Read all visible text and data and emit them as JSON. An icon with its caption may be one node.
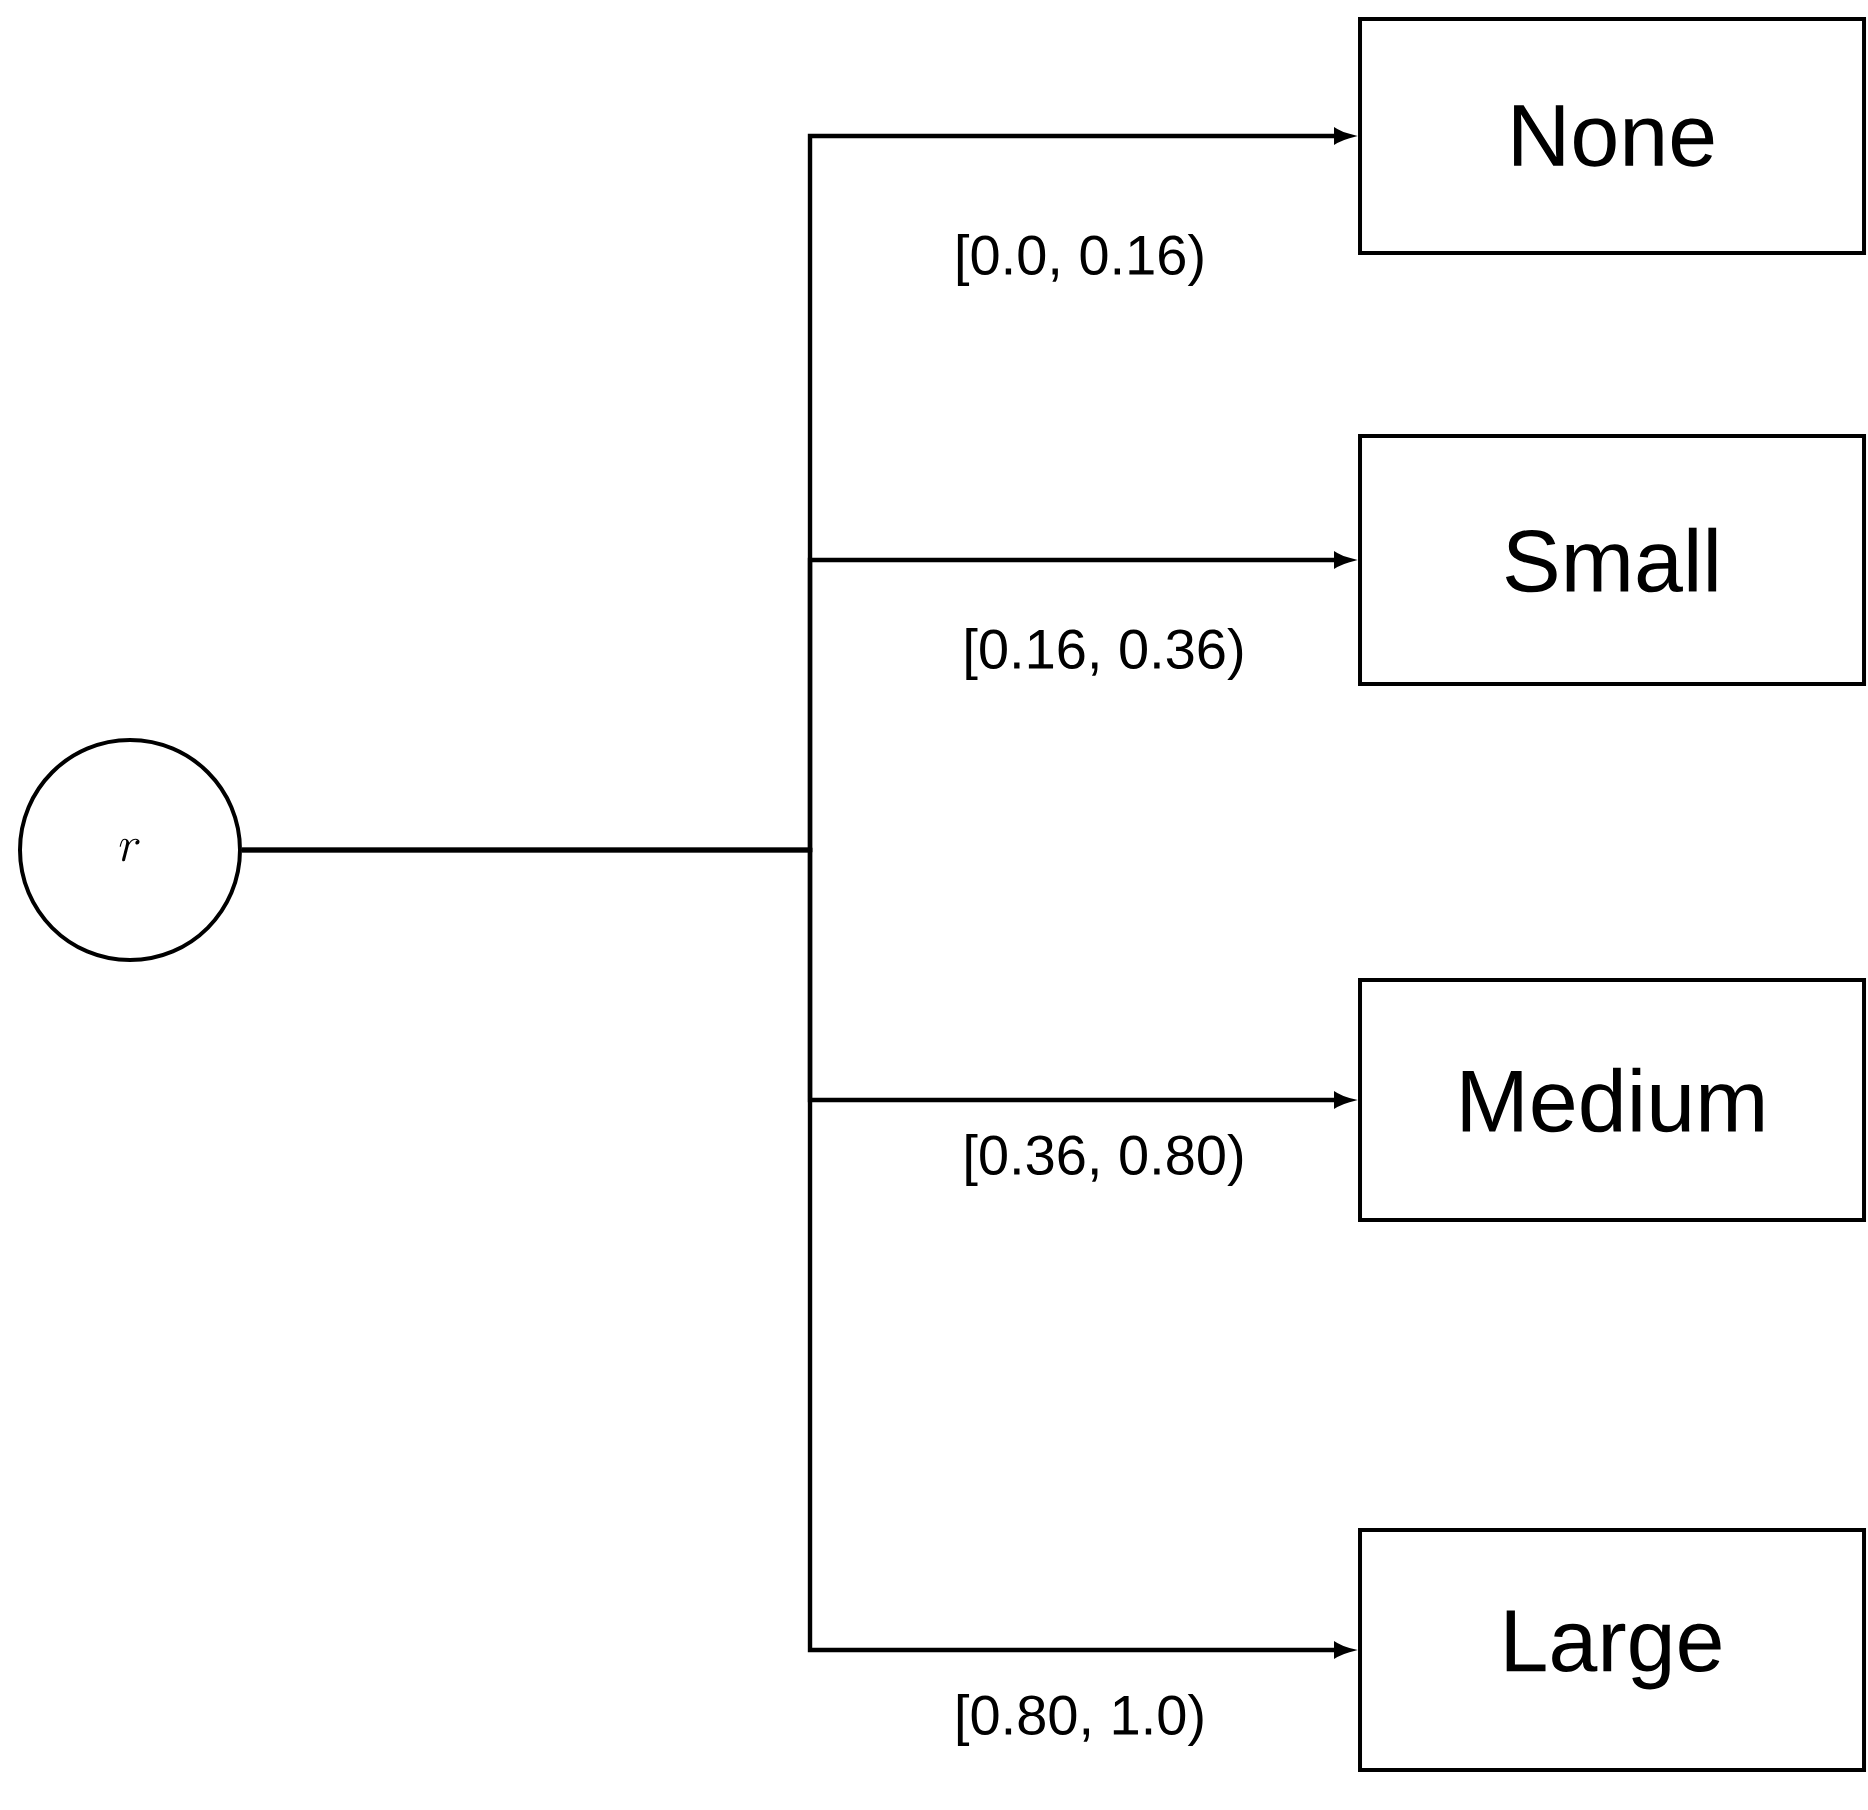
{
  "diagram": {
    "nodes": [
      {
        "text": [
          "r"
        ]
      },
      {
        "text": [
          "None"
        ]
      },
      {
        "text": [
          "Small"
        ]
      },
      {
        "text": [
          "Medium"
        ]
      },
      {
        "text": [
          "Large"
        ]
      }
    ],
    "edges": [
      {
        "from": 0,
        "to": 1,
        "arrow": "to",
        "label": "[0.0, 0.16)"
      },
      {
        "from": 0,
        "to": 2,
        "arrow": "to",
        "label": "[0.16, 0.36)"
      },
      {
        "from": 0,
        "to": 3,
        "arrow": "to",
        "label": "[0.36, 0.80)"
      },
      {
        "from": 0,
        "to": 4,
        "arrow": "to",
        "label": "[0.80, 1.0)"
      }
    ]
  }
}
